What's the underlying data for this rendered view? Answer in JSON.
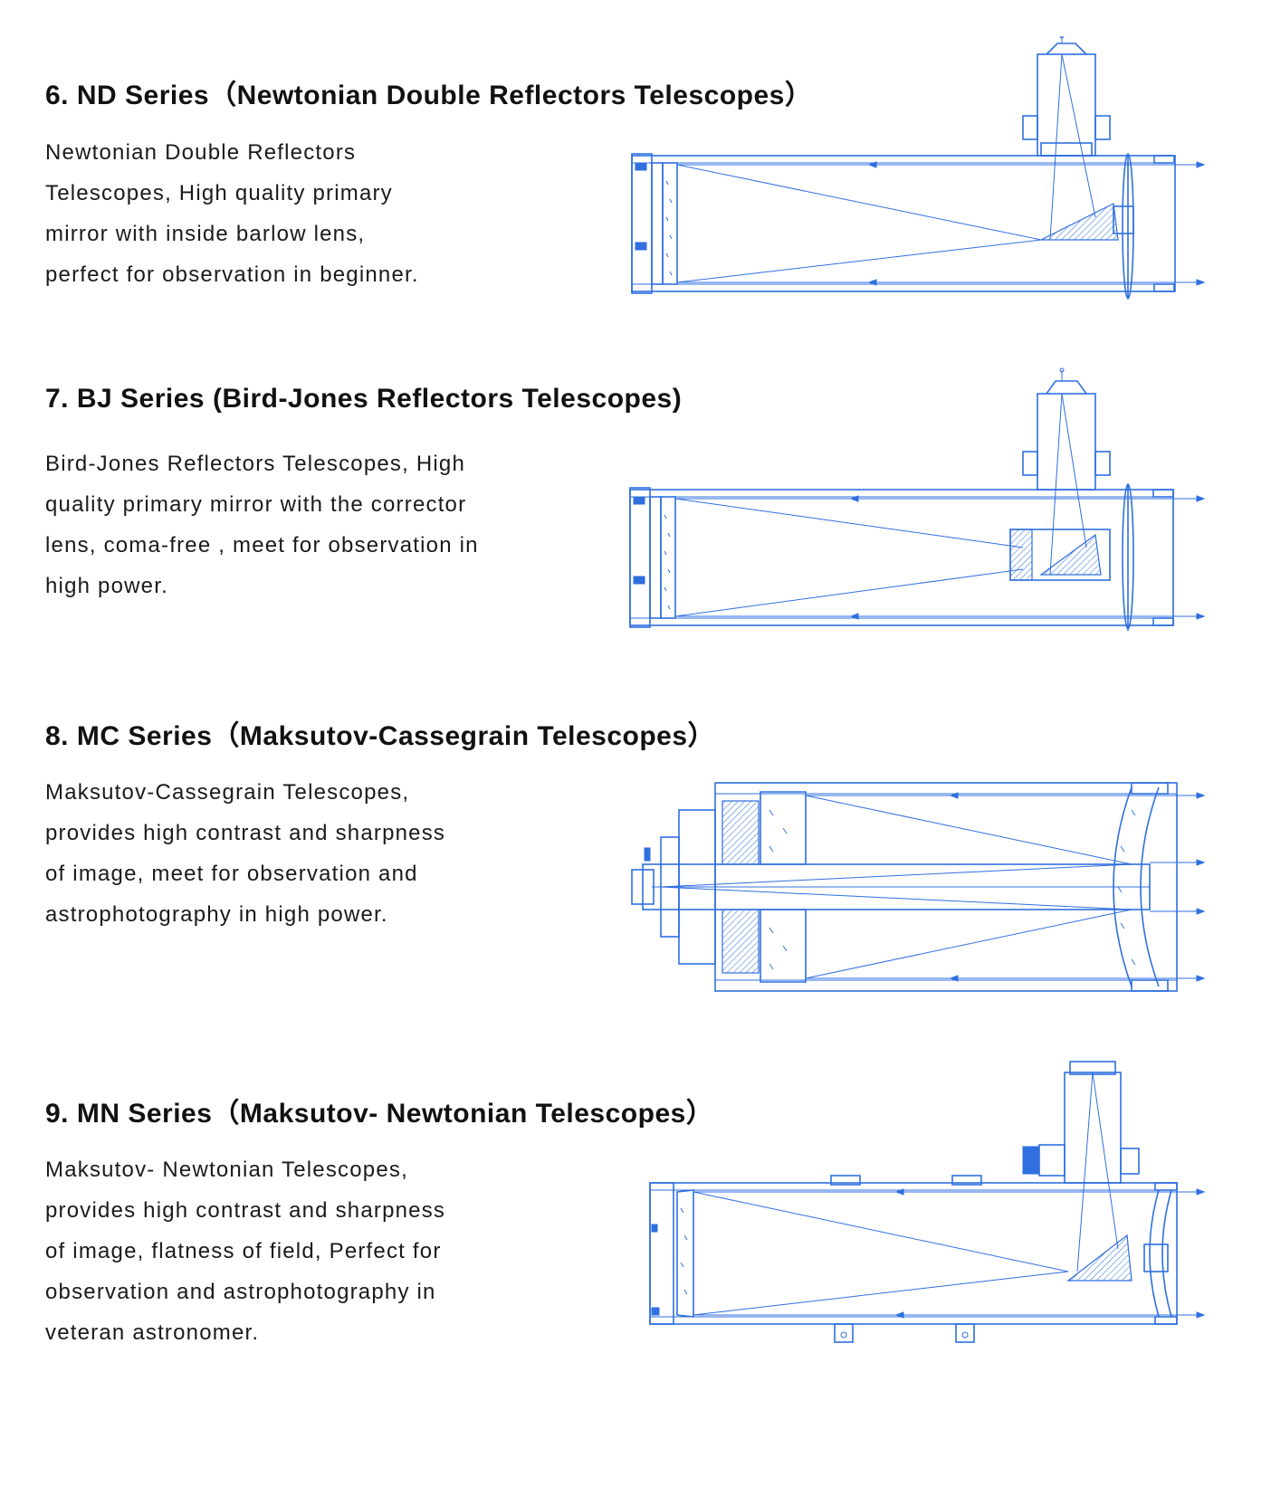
{
  "sections": [
    {
      "title": "6. ND Series（Newtonian Double Reflectors Telescopes）",
      "description_lines": [
        "Newtonian Double Reflectors",
        "Telescopes, High quality primary",
        "mirror with inside barlow lens,",
        "perfect for observation in beginner."
      ]
    },
    {
      "title": "7. BJ Series  (Bird-Jones Reflectors Telescopes)",
      "description_lines": [
        "Bird-Jones Reflectors Telescopes, High",
        "quality primary mirror with the corrector",
        "lens, coma-free , meet for observation in",
        "high power."
      ]
    },
    {
      "title": "8. MC Series（Maksutov-Cassegrain Telescopes）",
      "description_lines": [
        "Maksutov-Cassegrain Telescopes,",
        "provides high contrast and sharpness",
        "of image, meet for observation and",
        "astrophotography in high power."
      ]
    },
    {
      "title": "9. MN Series（Maksutov- Newtonian Telescopes）",
      "description_lines": [
        "Maksutov- Newtonian Telescopes,",
        "provides high contrast and sharpness",
        "of image, flatness of field, Perfect for",
        "observation and astrophotography in",
        "veteran astronomer."
      ]
    }
  ],
  "diagram_color": "#2f6fe0",
  "text_color": "#1a1a1a"
}
